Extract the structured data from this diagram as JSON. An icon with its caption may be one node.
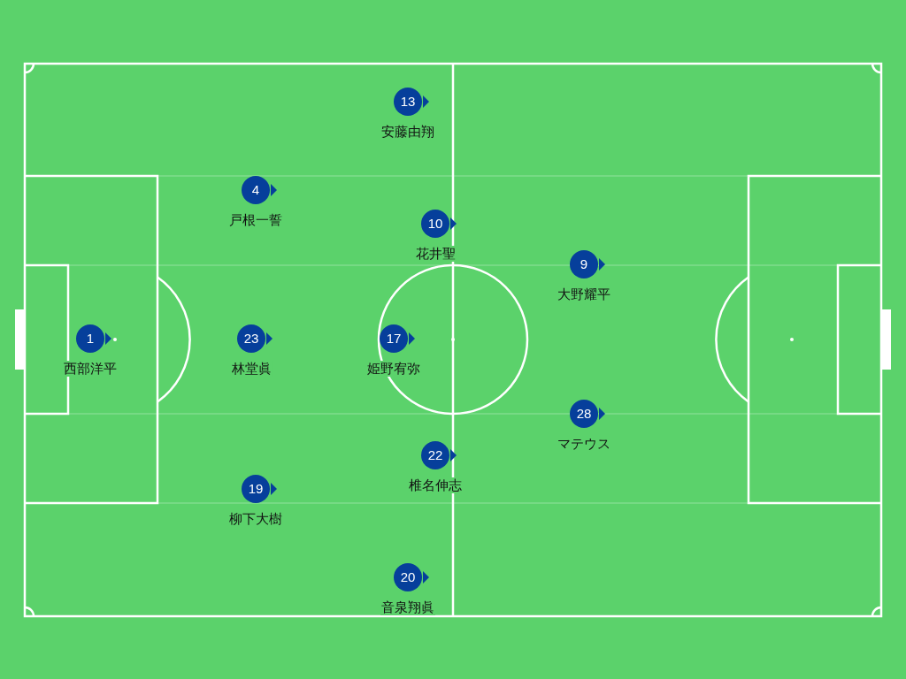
{
  "diagram": {
    "nodes": [
      {
        "text": [
          "13",
          "安藤由翔"
        ]
      },
      {
        "text": [
          "4",
          "戸根一誓"
        ]
      },
      {
        "text": [
          "10",
          "花井聖"
        ]
      },
      {
        "text": [
          "9",
          "大野耀平"
        ]
      },
      {
        "text": [
          "1",
          "西部洋平"
        ]
      },
      {
        "text": [
          "23",
          "林堂眞"
        ]
      },
      {
        "text": [
          "17",
          "姫野宥弥"
        ]
      },
      {
        "text": [
          "28",
          "マテウス"
        ]
      },
      {
        "text": [
          "22",
          "椎名伸志"
        ]
      },
      {
        "text": [
          "19",
          "柳下大樹"
        ]
      },
      {
        "text": [
          "20",
          "音泉翔眞"
        ]
      }
    ]
  }
}
